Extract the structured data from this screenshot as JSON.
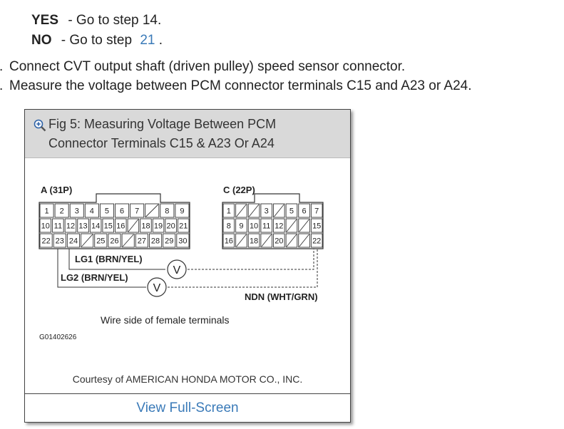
{
  "answers": {
    "yes": {
      "label": "YES",
      "text": "- Go to step 14."
    },
    "no": {
      "label": "NO",
      "text": "- Go to step",
      "link": "21",
      "end": "."
    }
  },
  "steps": [
    {
      "marker": ".",
      "text": "Connect CVT output shaft (driven pulley) speed sensor connector."
    },
    {
      "marker": ".",
      "text": "Measure the voltage between PCM connector terminals C15 and A23 or A24."
    }
  ],
  "figure": {
    "title_line1": "Fig 5: Measuring Voltage Between PCM",
    "title_line2": "Connector Terminals C15 & A23 Or A24",
    "zoom_icon": "zoom-in-icon",
    "connector_a": {
      "label": "A (31P)",
      "rows": [
        [
          "1",
          "2",
          "3",
          "4",
          "5",
          "6",
          "7",
          "",
          "8",
          "9"
        ],
        [
          "10",
          "11",
          "12",
          "13",
          "14",
          "15",
          "16",
          "",
          "18",
          "19",
          "20",
          "21"
        ],
        [
          "22",
          "23",
          "24",
          "",
          "25",
          "26",
          "",
          "27",
          "28",
          "29",
          "30"
        ]
      ]
    },
    "connector_c": {
      "label": "C (22P)",
      "rows": [
        [
          "1",
          "",
          "",
          "3",
          "",
          "5",
          "6",
          "7"
        ],
        [
          "8",
          "9",
          "10",
          "11",
          "12",
          "",
          "",
          "15"
        ],
        [
          "16",
          "",
          "18",
          "",
          "20",
          "",
          "",
          "22"
        ]
      ]
    },
    "wire_lg1": "LG1 (BRN/YEL)",
    "wire_lg2": "LG2 (BRN/YEL)",
    "wire_ndn": "NDN (WHT/GRN)",
    "voltmeter_symbol": "V",
    "caption": "Wire side of female terminals",
    "code": "G01402626",
    "courtesy": "Courtesy of AMERICAN HONDA MOTOR CO., INC.",
    "fullscreen_label": "View Full-Screen"
  }
}
